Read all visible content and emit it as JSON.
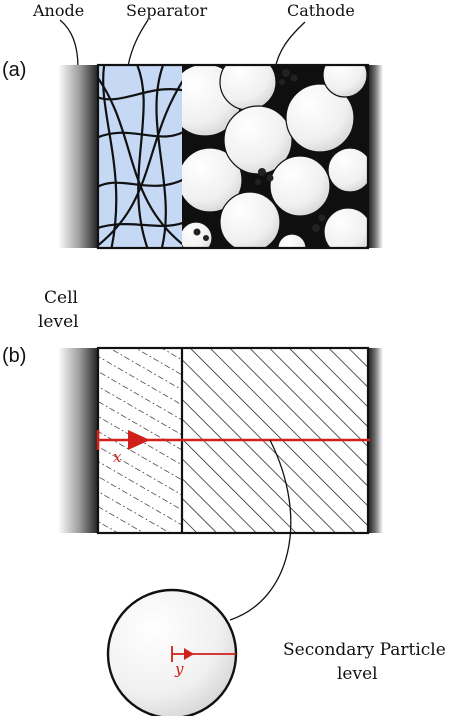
{
  "labels": {
    "anode": "Anode",
    "separator": "Separator",
    "cathode": "Cathode",
    "panel_a": "(a)",
    "panel_b": "(b)",
    "cell_level_1": "Cell",
    "cell_level_2": "level",
    "x_var": "x",
    "y_var": "y",
    "particle_level_1": "Secondary Particle",
    "particle_level_2": "level"
  },
  "colors": {
    "separator_fill": "#c5d8f4",
    "axis_red": "#d0201a",
    "stroke": "#111111"
  }
}
